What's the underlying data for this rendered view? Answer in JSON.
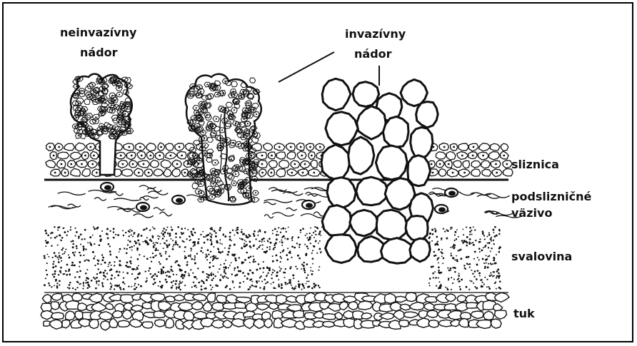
{
  "labels": {
    "noninvasive_line1": "neinvazívny",
    "noninvasive_line2": "nádor",
    "invasive_line1": "invazívny",
    "invasive_line2": "nádor",
    "mucosa": "sliznica",
    "submucosa_line1": "podslizničné",
    "submucosa_line2": "väzivo",
    "muscle": "svalovina",
    "fat": "tuk"
  },
  "colors": {
    "ink": "#111111",
    "paper": "#ffffff"
  }
}
